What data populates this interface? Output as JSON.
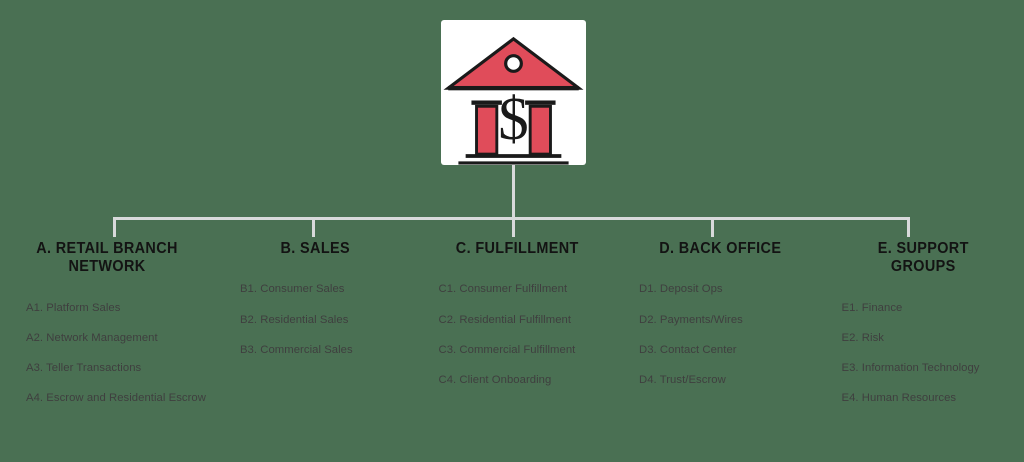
{
  "theme": {
    "background": "#4a7053",
    "card_background": "#ffffff",
    "accent_red": "#e04c5a",
    "connector_gray": "#d9dadb",
    "header_text": "#131313",
    "item_text": "#3f3f3f"
  },
  "root": {
    "icon": "bank-building-icon",
    "icon_label": "Bank"
  },
  "columns": [
    {
      "id": "a",
      "header": "A. Retail Branch\nNetwork",
      "items": [
        "A1. Platform Sales",
        "A2. Network Management",
        "A3. Teller Transactions",
        "A4. Escrow and Residential Escrow"
      ]
    },
    {
      "id": "b",
      "header": "B. Sales",
      "items": [
        "B1. Consumer Sales",
        "B2. Residential Sales",
        "B3. Commercial Sales"
      ]
    },
    {
      "id": "c",
      "header": "C. Fulfillment",
      "items": [
        "C1. Consumer Fulfillment",
        "C2. Residential Fulfillment",
        "C3. Commercial Fulfillment",
        "C4. Client Onboarding"
      ]
    },
    {
      "id": "d",
      "header": "D. Back Office",
      "items": [
        "D1. Deposit Ops",
        "D2. Payments/Wires",
        "D3. Contact Center",
        "D4. Trust/Escrow"
      ]
    },
    {
      "id": "e",
      "header": "E. Support\nGroups",
      "items": [
        "E1. Finance",
        "E2. Risk",
        "E3. Information Technology",
        "E4. Human Resources"
      ]
    }
  ]
}
